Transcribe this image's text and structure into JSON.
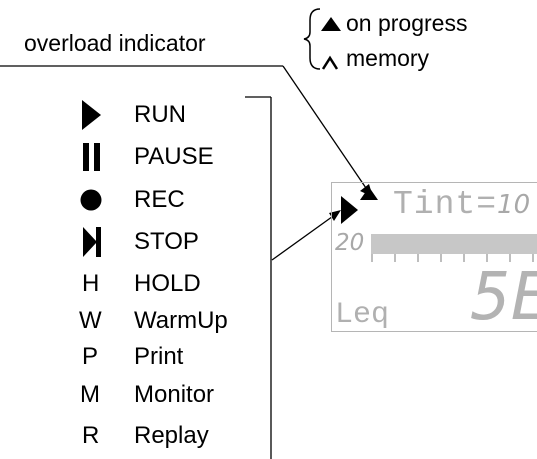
{
  "callout": {
    "overload": "overload indicator",
    "on_progress": "on progress",
    "memory": "memory"
  },
  "legend": [
    {
      "symbol": "play-triangle",
      "label": "RUN"
    },
    {
      "symbol": "pause-bars",
      "label": "PAUSE"
    },
    {
      "symbol": "record-dot",
      "label": "REC"
    },
    {
      "symbol": "stop-triangle-bar",
      "label": "STOP"
    },
    {
      "symbol": "H",
      "label": "HOLD"
    },
    {
      "symbol": "W",
      "label": "WarmUp"
    },
    {
      "symbol": "P",
      "label": "Print"
    },
    {
      "symbol": "M",
      "label": "Monitor"
    },
    {
      "symbol": "R",
      "label": "Replay"
    }
  ],
  "display": {
    "tint_label": "Tint=",
    "tint_value": "10",
    "scale_low": "20",
    "leq_label": "Leq",
    "reading": "5E"
  }
}
